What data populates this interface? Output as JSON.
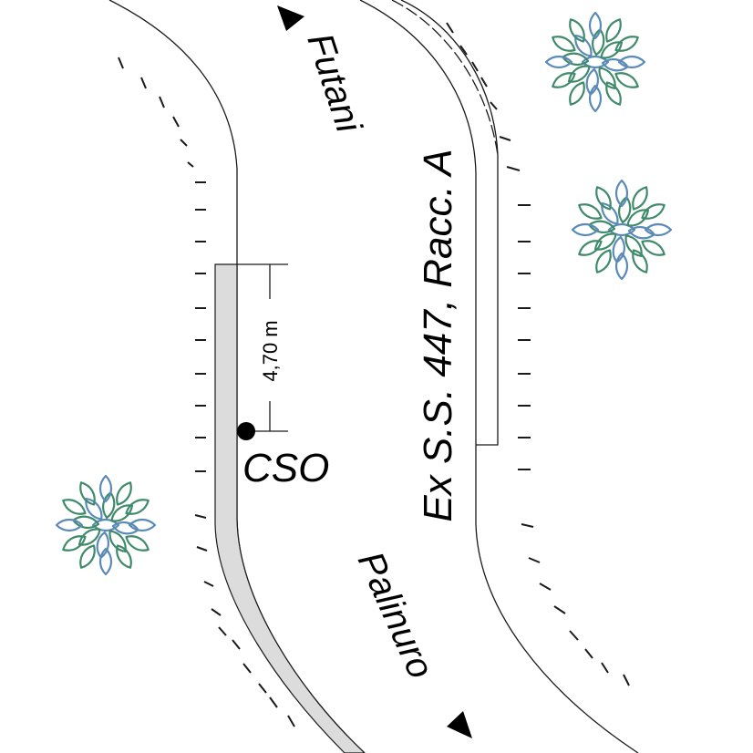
{
  "labels": {
    "road_name": "Ex S.S. 447, Racc. A",
    "direction_north": "Futani",
    "direction_south": "Palinuro",
    "point_label": "CSO",
    "dimension": "4,70 m"
  },
  "colors": {
    "sidewalk_fill": "#dcdcdc",
    "line": "#1a1a1a",
    "tree_stroke": "#3f8a6a",
    "tree_accent": "#5a8ab8"
  },
  "icons": {
    "arrow_north": "arrow-up-left-icon",
    "arrow_south": "arrow-down-right-icon",
    "tree": "tree-symbol-icon",
    "point": "point-marker-icon"
  }
}
